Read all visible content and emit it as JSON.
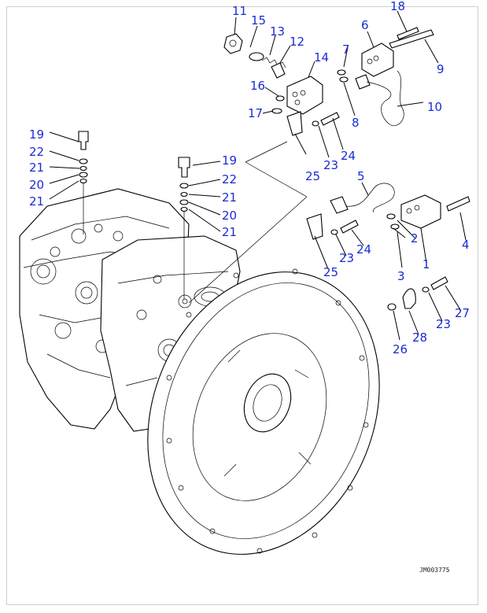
{
  "callouts": [
    "1",
    "2",
    "2",
    "3",
    "4",
    "5",
    "6",
    "7",
    "8",
    "9",
    "10",
    "11",
    "12",
    "13",
    "14",
    "15",
    "16",
    "17",
    "18",
    "19",
    "19",
    "20",
    "20",
    "21",
    "21",
    "21",
    "21",
    "22",
    "22",
    "23",
    "23",
    "23",
    "24",
    "24",
    "25",
    "25",
    "26",
    "27",
    "28"
  ],
  "drawing_code": "JM003775",
  "colors": {
    "callout": "#1a2bd6",
    "line": "#000000",
    "frame": "#cfcfcf"
  }
}
